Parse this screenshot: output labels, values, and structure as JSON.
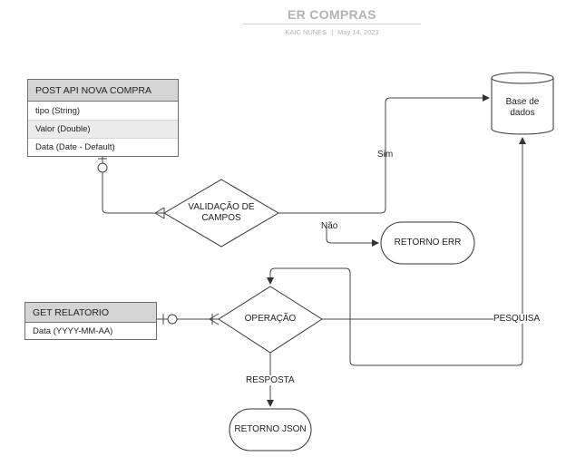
{
  "header": {
    "title": "ER COMPRAS",
    "author": "KAIC NUNES",
    "separator": "|",
    "date": "May 14, 2023"
  },
  "entities": {
    "post_api": {
      "title": "POST API NOVA COMPRA",
      "fields": [
        "tipo (String)",
        "Valor (Double)",
        "Data (Date - Default)"
      ]
    },
    "get_relatorio": {
      "title": "GET RELATORIO",
      "fields": [
        "Data (YYYY-MM-AA)"
      ]
    }
  },
  "nodes": {
    "validacao": "VALIDAÇÃO DE CAMPOS",
    "operacao": "OPERAÇÃO",
    "base_dados": "Base de dados",
    "retorno_err": "RETORNO ERR",
    "retorno_json": "RETORNO JSON"
  },
  "edges": {
    "sim": "Sim",
    "nao": "Não",
    "pesquisa": "PESQUISA",
    "resposta": "RESPOSTA"
  }
}
